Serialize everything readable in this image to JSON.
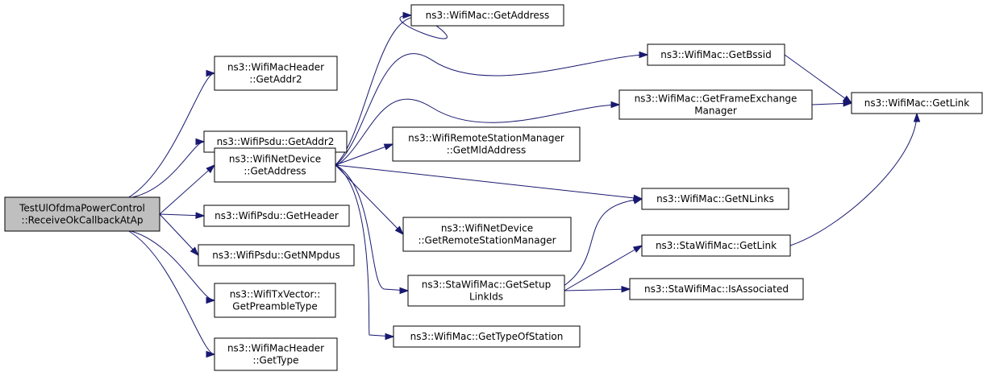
{
  "nodes": [
    {
      "id": "root",
      "lines": [
        "TestUlOfdmaPowerControl",
        "::ReceiveOkCallbackAtAp"
      ]
    },
    {
      "id": "whdr_addr2",
      "lines": [
        "ns3::WifiMacHeader",
        "::GetAddr2"
      ]
    },
    {
      "id": "psdu_addr2",
      "lines": [
        "ns3::WifiPsdu::GetAddr2"
      ]
    },
    {
      "id": "netdev_addr",
      "lines": [
        "ns3::WifiNetDevice",
        "::GetAddress"
      ]
    },
    {
      "id": "psdu_header",
      "lines": [
        "ns3::WifiPsdu::GetHeader"
      ]
    },
    {
      "id": "psdu_nmpdus",
      "lines": [
        "ns3::WifiPsdu::GetNMpdus"
      ]
    },
    {
      "id": "txvec_preamble",
      "lines": [
        "ns3::WifiTxVector::",
        "GetPreambleType"
      ]
    },
    {
      "id": "whdr_type",
      "lines": [
        "ns3::WifiMacHeader",
        "::GetType"
      ]
    },
    {
      "id": "mac_addr",
      "lines": [
        "ns3::WifiMac::GetAddress"
      ]
    },
    {
      "id": "mac_bssid",
      "lines": [
        "ns3::WifiMac::GetBssid"
      ]
    },
    {
      "id": "mac_fem",
      "lines": [
        "ns3::WifiMac::GetFrameExchange",
        "Manager"
      ]
    },
    {
      "id": "mac_link",
      "lines": [
        "ns3::WifiMac::GetLink"
      ]
    },
    {
      "id": "rsm_mld",
      "lines": [
        "ns3::WifiRemoteStationManager",
        "::GetMldAddress"
      ]
    },
    {
      "id": "mac_nlinks",
      "lines": [
        "ns3::WifiMac::GetNLinks"
      ]
    },
    {
      "id": "netdev_rsm",
      "lines": [
        "ns3::WifiNetDevice",
        "::GetRemoteStationManager"
      ]
    },
    {
      "id": "sta_link",
      "lines": [
        "ns3::StaWifiMac::GetLink"
      ]
    },
    {
      "id": "sta_setup",
      "lines": [
        "ns3::StaWifiMac::GetSetup",
        "LinkIds"
      ]
    },
    {
      "id": "sta_assoc",
      "lines": [
        "ns3::StaWifiMac::IsAssociated"
      ]
    },
    {
      "id": "mac_type",
      "lines": [
        "ns3::WifiMac::GetTypeOfStation"
      ]
    }
  ],
  "edges": [
    {
      "from": "root",
      "to": "whdr_addr2"
    },
    {
      "from": "root",
      "to": "psdu_addr2"
    },
    {
      "from": "root",
      "to": "netdev_addr"
    },
    {
      "from": "root",
      "to": "psdu_header"
    },
    {
      "from": "root",
      "to": "psdu_nmpdus"
    },
    {
      "from": "root",
      "to": "txvec_preamble"
    },
    {
      "from": "root",
      "to": "whdr_type"
    },
    {
      "from": "netdev_addr",
      "to": "mac_addr"
    },
    {
      "from": "netdev_addr",
      "to": "mac_bssid"
    },
    {
      "from": "netdev_addr",
      "to": "mac_fem"
    },
    {
      "from": "netdev_addr",
      "to": "rsm_mld"
    },
    {
      "from": "netdev_addr",
      "to": "mac_nlinks"
    },
    {
      "from": "netdev_addr",
      "to": "netdev_rsm"
    },
    {
      "from": "netdev_addr",
      "to": "sta_setup"
    },
    {
      "from": "netdev_addr",
      "to": "mac_type"
    },
    {
      "from": "mac_bssid",
      "to": "mac_link"
    },
    {
      "from": "mac_fem",
      "to": "mac_link"
    },
    {
      "from": "sta_link",
      "to": "mac_link"
    },
    {
      "from": "sta_setup",
      "to": "mac_nlinks"
    },
    {
      "from": "sta_setup",
      "to": "sta_link"
    },
    {
      "from": "sta_setup",
      "to": "sta_assoc"
    }
  ],
  "colors": {
    "edge": "#191970",
    "root_fill": "#bfbfbf",
    "node_fill": "#ffffff"
  }
}
